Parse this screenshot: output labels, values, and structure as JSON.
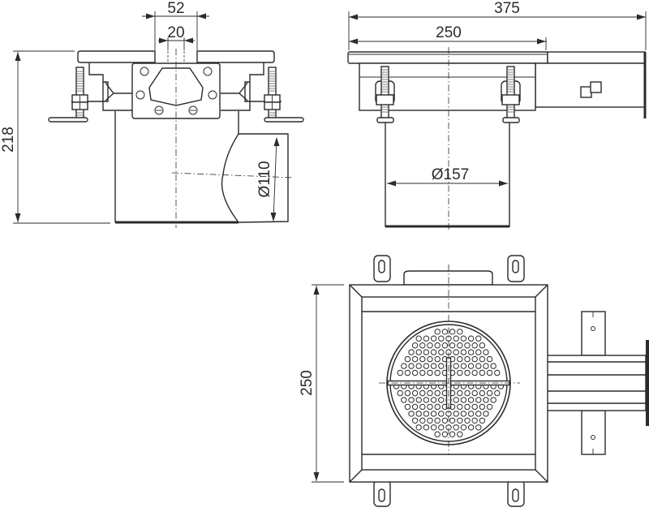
{
  "drawing": {
    "type": "technical-drawing",
    "subject": "floor drain with side outlet",
    "line_color": "#2b2b2b",
    "background": "#ffffff"
  },
  "views": {
    "front": {
      "dimensions": {
        "top_outer_width": "52",
        "top_inner_width": "20",
        "total_height": "218",
        "outlet_diameter": "Ø110"
      }
    },
    "side": {
      "dimensions": {
        "overall_length": "375",
        "flange_width": "250",
        "body_diameter": "Ø157"
      }
    },
    "top": {
      "dimensions": {
        "frame_size": "250"
      },
      "grate": "round perforated grate with cross bars"
    }
  }
}
